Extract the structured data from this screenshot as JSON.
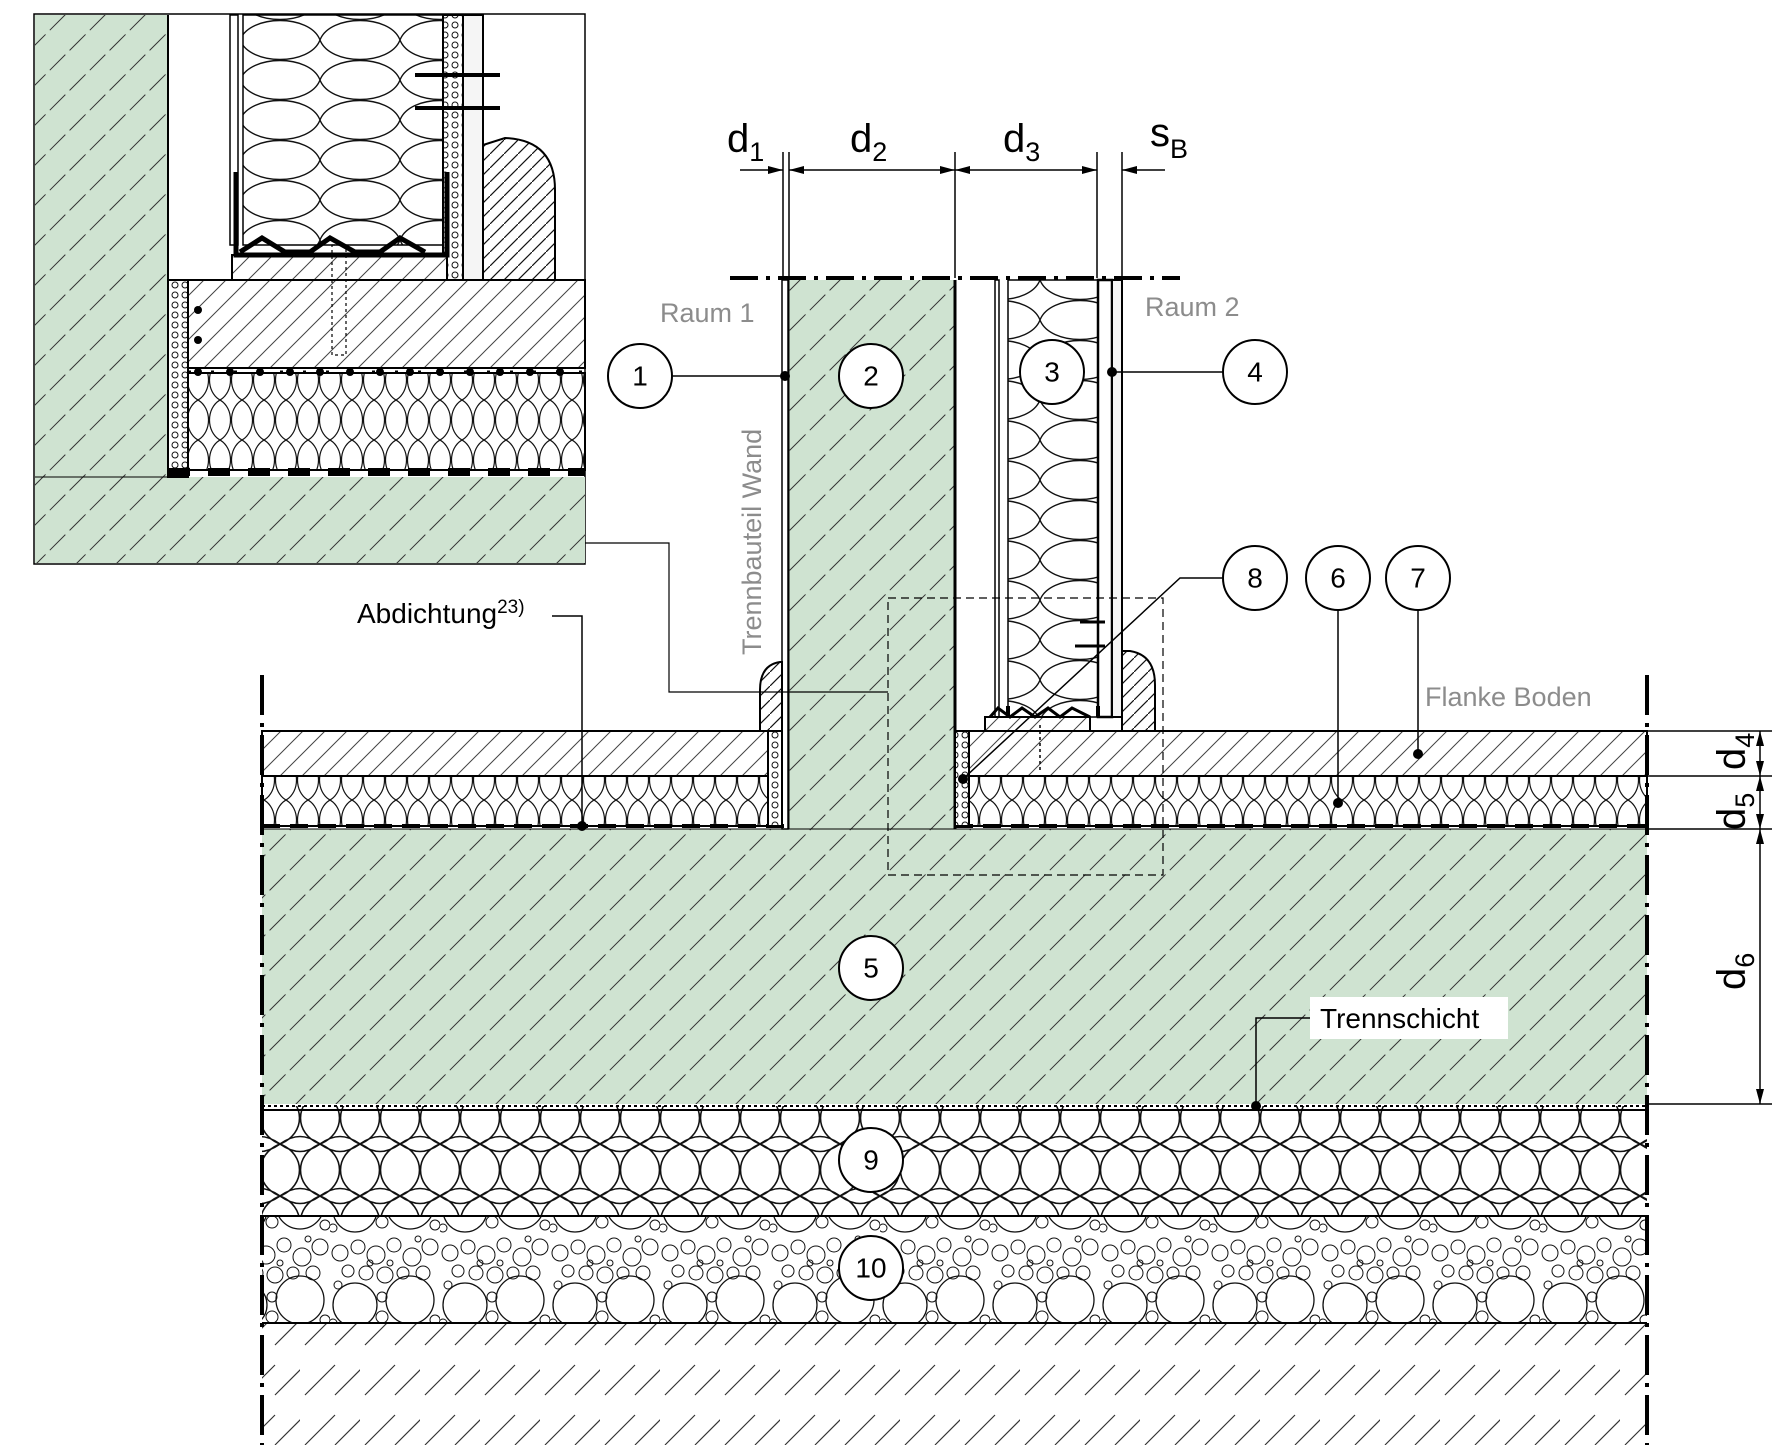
{
  "colors": {
    "concrete": "#cfe3d1",
    "line": "#000000",
    "grey_text": "#8c8c8c"
  },
  "labels": {
    "raum1": "Raum 1",
    "raum2": "Raum 2",
    "trennbauteil": "Trennbauteil Wand",
    "flanke": "Flanke Boden",
    "abdichtung": "Abdichtung",
    "abdichtung_sup": "23)",
    "trennschicht": "Trennschicht"
  },
  "dimensions": {
    "d1": {
      "base": "d",
      "sub": "1"
    },
    "d2": {
      "base": "d",
      "sub": "2"
    },
    "d3": {
      "base": "d",
      "sub": "3"
    },
    "sB": {
      "base": "s",
      "sub": "B"
    },
    "d4": {
      "base": "d",
      "sub": "4"
    },
    "d5": {
      "base": "d",
      "sub": "5"
    },
    "d6": {
      "base": "d",
      "sub": "6"
    }
  },
  "callouts": [
    "1",
    "2",
    "3",
    "4",
    "5",
    "6",
    "7",
    "8",
    "9",
    "10"
  ]
}
